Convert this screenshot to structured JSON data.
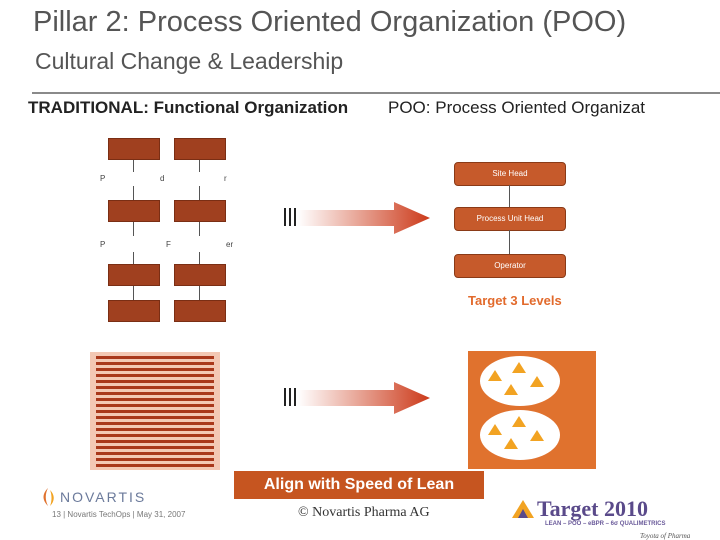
{
  "slide": {
    "title": "Pillar 2: Process Oriented Organization (POO)",
    "subtitle": "Cultural Change & Leadership"
  },
  "traditional": {
    "heading": "TRADITIONAL: Functional Organization",
    "label_row1_left": "P",
    "label_row1_mid": "d",
    "label_row1_right": "r",
    "label_row2_left": "P",
    "label_row2_mid": "F",
    "label_row2_right": "er"
  },
  "poo": {
    "heading": "POO: Process Oriented Organizat",
    "boxes": [
      "Site Head",
      "Process Unit Head",
      "Operator"
    ],
    "target": "Target 3 Levels"
  },
  "banner": "Align with Speed of Lean",
  "footer": {
    "logo_text": "NOVARTIS",
    "left_text": "13 | Novartis TechOps | May 31, 2007",
    "copyright": "© Novartis Pharma AG",
    "brand_title": "Target 2010",
    "brand_sub": "LEAN – POO – eBPR – 6σ QUALIMETRICS",
    "brand_tag": "Toyota of Pharma"
  },
  "colors": {
    "accent": "#c65520",
    "dark_box": "#a0401f",
    "target_text": "#e26a2c",
    "brand_purple": "#5a4a8a"
  }
}
